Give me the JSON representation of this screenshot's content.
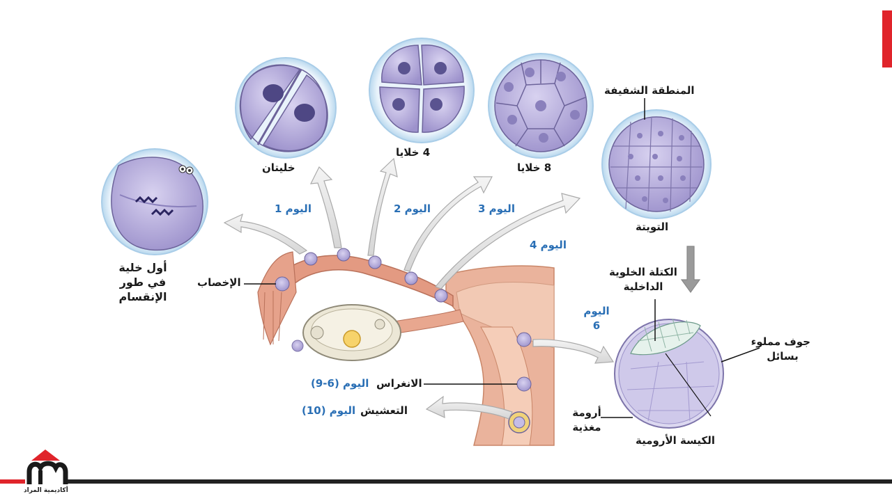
{
  "labels": {
    "first_cell": [
      "أول خلية",
      "في طور",
      "الإنقسام"
    ],
    "two_cells": "خليتان",
    "four_cells": "4 خلايا",
    "eight_cells": "8 خلايا",
    "zona": "المنطقة الشفيفة",
    "morula": "التويتة",
    "fertilization": "الإخصاب",
    "inner_mass": [
      "الكتلة الخلوية",
      "الداخلية"
    ],
    "cavity": [
      "جوف مملوء",
      "بسائل"
    ],
    "trophoblast": [
      "أرومة",
      "مغذية"
    ],
    "blastocyst": "الكيسة الأرومية",
    "implantation": "الانغراس",
    "implantation_day": "اليوم (6-9)",
    "nesting": "التعشيش",
    "nesting_day": "اليوم (10)",
    "day1": "اليوم 1",
    "day2": "اليوم 2",
    "day3": "اليوم 3",
    "day4": "اليوم 4",
    "day6": [
      "اليوم",
      "6"
    ]
  },
  "logo": {
    "text": "أكاديمية المراد"
  },
  "colors": {
    "accent_red": "#e0242b",
    "day_blue": "#2a6fb5",
    "cell_purple": "#b8b0dd",
    "tissue_pink": "#e8a78f"
  }
}
